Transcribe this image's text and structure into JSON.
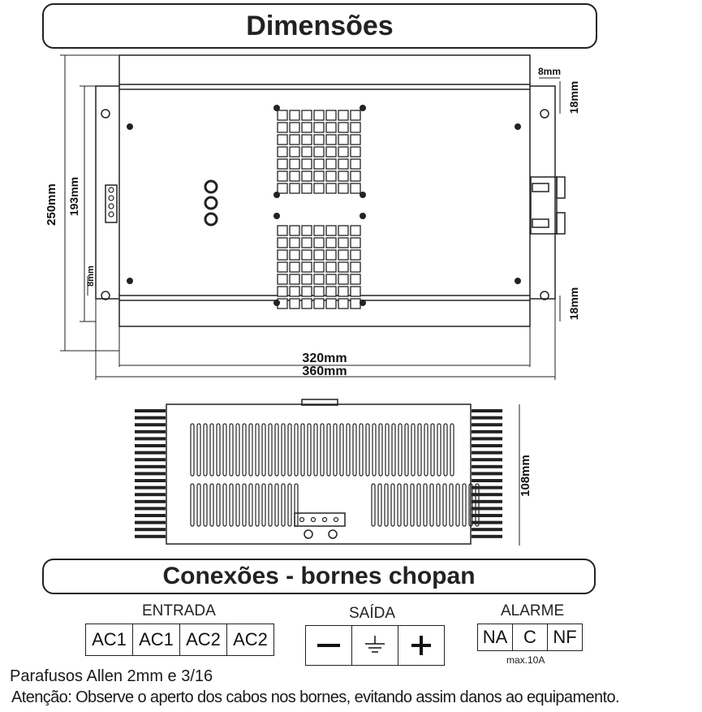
{
  "title": "Dimensões",
  "dimensions": {
    "d250": "250mm",
    "d193": "193mm",
    "d320": "320mm",
    "d360": "360mm",
    "d8_top": "8mm",
    "d18_top": "18mm",
    "d18_bottom": "18mm",
    "d8_left": "8mm",
    "d108": "108mm"
  },
  "connections_title": "Conexões - bornes chopan",
  "input": {
    "label": "ENTRADA",
    "cells": [
      "AC1",
      "AC1",
      "AC2",
      "AC2"
    ]
  },
  "output": {
    "label": "SAÍDA",
    "cells": [
      "minus-symbol",
      "ground-symbol",
      "plus-symbol"
    ]
  },
  "alarm": {
    "label": "ALARME",
    "cells": [
      "NA",
      "C",
      "NF"
    ],
    "note": "max.10A"
  },
  "footer": {
    "screws": "Parafusos Allen 2mm e 3/16",
    "warning": "Atenção: Observe o aperto dos cabos nos bornes, evitando assim danos ao equipamento."
  }
}
